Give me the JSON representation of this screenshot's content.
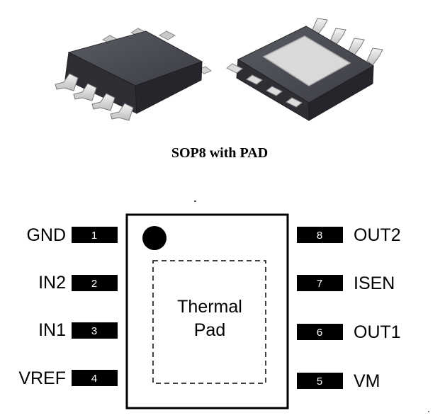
{
  "package": {
    "caption": "SOP8 with PAD"
  },
  "pinout": {
    "thermal_pad": {
      "line1": "Thermal",
      "line2": "Pad"
    },
    "left_pins": [
      {
        "number": "1",
        "name": "GND"
      },
      {
        "number": "2",
        "name": "IN2"
      },
      {
        "number": "3",
        "name": "IN1"
      },
      {
        "number": "4",
        "name": "VREF"
      }
    ],
    "right_pins": [
      {
        "number": "8",
        "name": "OUT2"
      },
      {
        "number": "7",
        "name": "ISEN"
      },
      {
        "number": "6",
        "name": "OUT1"
      },
      {
        "number": "5",
        "name": "VM"
      }
    ]
  },
  "colors": {
    "ic_body_top": "#4a4b52",
    "ic_body_side": "#2c2d33",
    "lead": "#e0e0e0",
    "exposed_pad": "#d9d9d9",
    "pin_box": "#000000"
  }
}
